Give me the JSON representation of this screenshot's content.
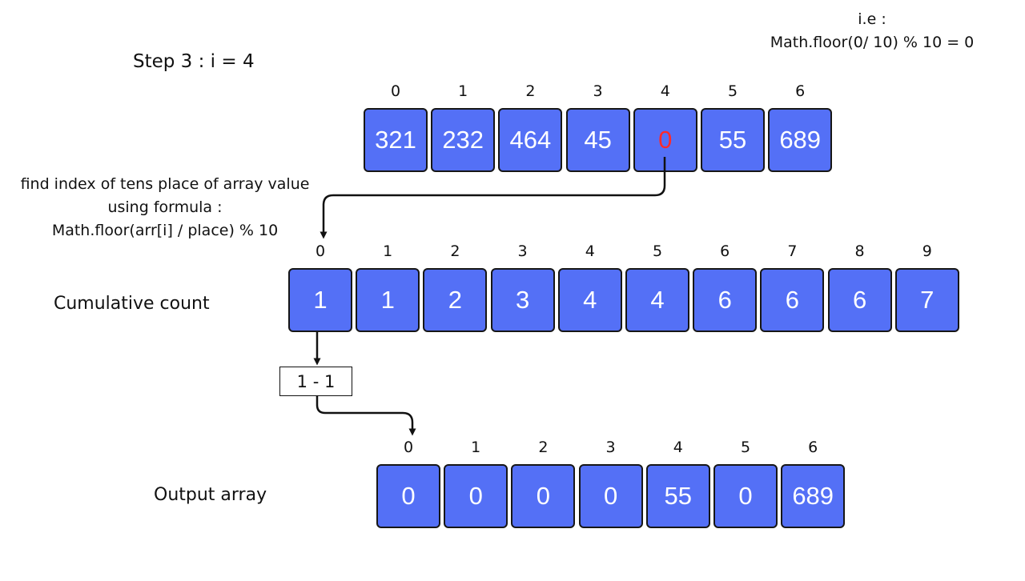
{
  "step_title": "Step 3 : i = 4",
  "ie": {
    "line1": "i.e :",
    "line2": "Math.floor(0/ 10) % 10 = 0"
  },
  "formula_note": {
    "line1": "find index of tens place of array value",
    "line2": "using formula :",
    "line3": "Math.floor(arr[i] / place) % 10"
  },
  "input_array": {
    "indices": [
      "0",
      "1",
      "2",
      "3",
      "4",
      "5",
      "6"
    ],
    "values": [
      "321",
      "232",
      "464",
      "45",
      "0",
      "55",
      "689"
    ],
    "highlight_index": 4,
    "highlight_color": "#ff2a2a"
  },
  "count_array": {
    "label": "Cumulative count",
    "indices": [
      "0",
      "1",
      "2",
      "3",
      "4",
      "5",
      "6",
      "7",
      "8",
      "9"
    ],
    "values": [
      "1",
      "1",
      "2",
      "3",
      "4",
      "4",
      "6",
      "6",
      "6",
      "7"
    ]
  },
  "calc_box": "1 - 1",
  "output_array": {
    "label": "Output array",
    "indices": [
      "0",
      "1",
      "2",
      "3",
      "4",
      "5",
      "6"
    ],
    "values": [
      "0",
      "0",
      "0",
      "0",
      "55",
      "0",
      "689"
    ]
  },
  "colors": {
    "cell_fill": "#5470f6",
    "cell_border": "#161616",
    "cell_text": "#ffffff"
  }
}
